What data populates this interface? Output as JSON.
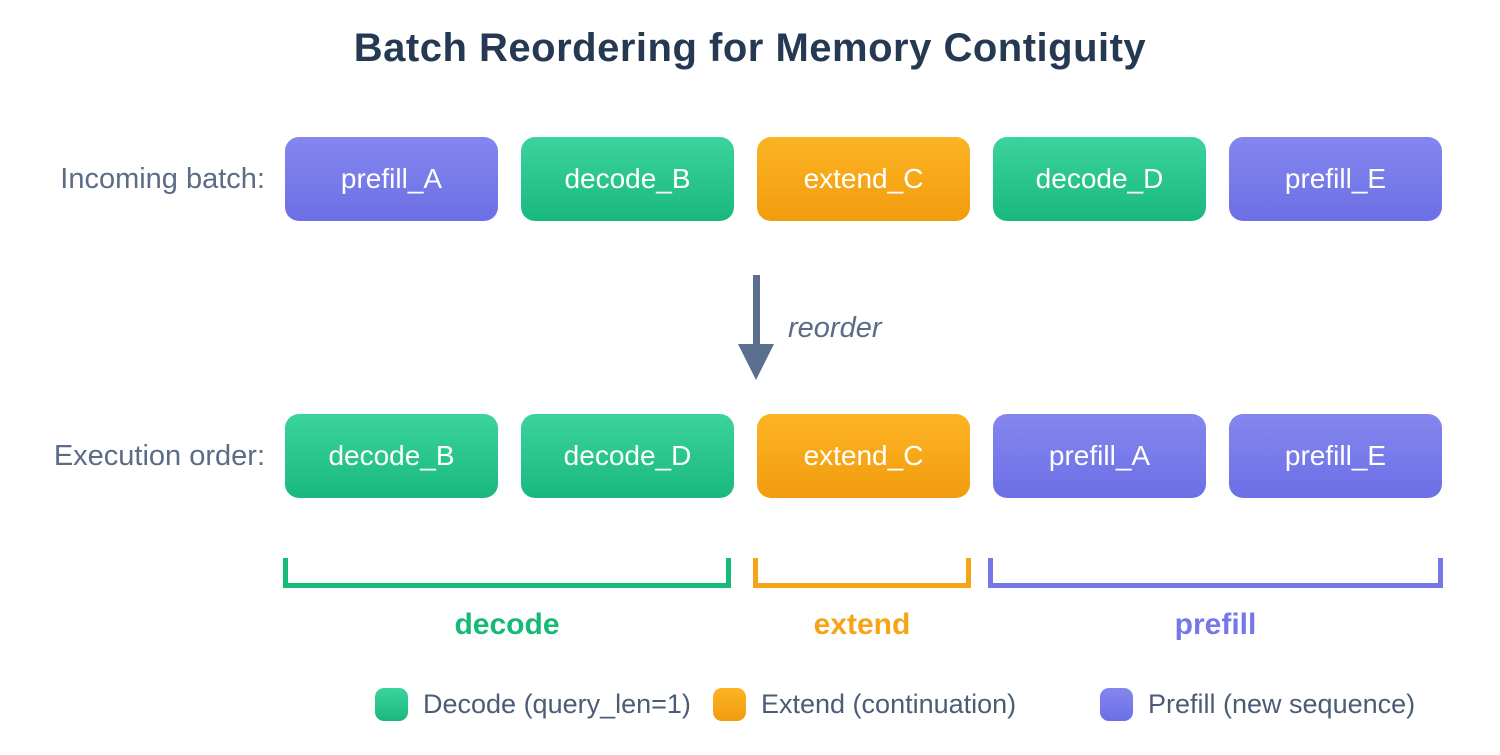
{
  "title": "Batch Reordering for Memory Contiguity",
  "palette": {
    "background": "#ffffff",
    "title-color": "#253a52",
    "label-color": "#5c6c86",
    "arrow-color": "#5a6f8e",
    "legend-text-color": "#4c5c77",
    "box-text": "#ffffff",
    "decode-top": "#3bd49c",
    "decode-bottom": "#19b87e",
    "decode-accent": "#17b978",
    "extend-top": "#fcb424",
    "extend-bottom": "#f19c0e",
    "extend-accent": "#f5a418",
    "prefill-top": "#8487ee",
    "prefill-bottom": "#6c6fe5",
    "prefill-accent": "#7678e9"
  },
  "incoming": {
    "label": "Incoming batch:",
    "boxes": [
      {
        "label": "prefill_A",
        "type": "prefill"
      },
      {
        "label": "decode_B",
        "type": "decode"
      },
      {
        "label": "extend_C",
        "type": "extend"
      },
      {
        "label": "decode_D",
        "type": "decode"
      },
      {
        "label": "prefill_E",
        "type": "prefill"
      }
    ]
  },
  "arrow": {
    "label": "reorder"
  },
  "execution": {
    "label": "Execution order:",
    "boxes": [
      {
        "label": "decode_B",
        "type": "decode"
      },
      {
        "label": "decode_D",
        "type": "decode"
      },
      {
        "label": "extend_C",
        "type": "extend"
      },
      {
        "label": "prefill_A",
        "type": "prefill"
      },
      {
        "label": "prefill_E",
        "type": "prefill"
      }
    ]
  },
  "groups": [
    {
      "label": "decode",
      "type": "decode"
    },
    {
      "label": "extend",
      "type": "extend"
    },
    {
      "label": "prefill",
      "type": "prefill"
    }
  ],
  "legend": [
    {
      "label": "Decode (query_len=1)",
      "type": "decode"
    },
    {
      "label": "Extend (continuation)",
      "type": "extend"
    },
    {
      "label": "Prefill (new sequence)",
      "type": "prefill"
    }
  ]
}
